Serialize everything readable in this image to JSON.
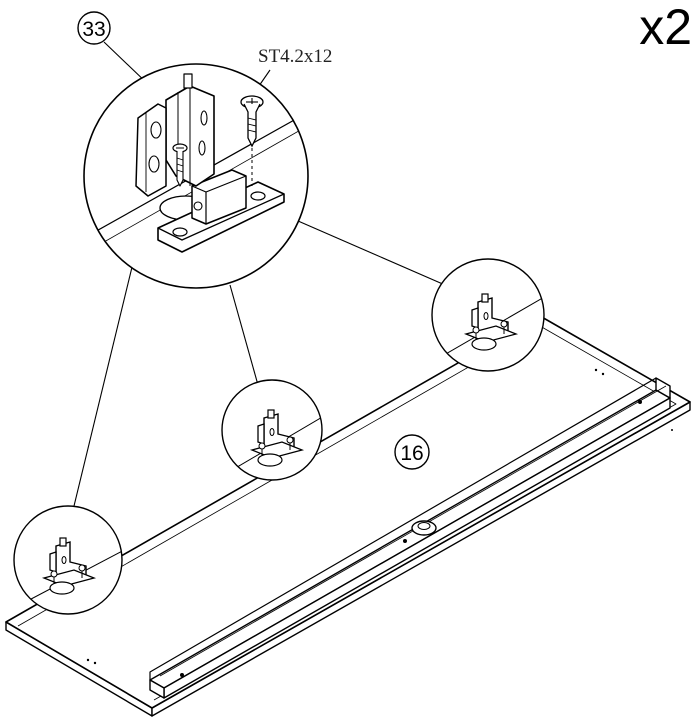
{
  "diagram": {
    "quantity": "x2",
    "part_hinge": "33",
    "part_panel": "16",
    "screw_spec": "ST4.2x12"
  }
}
